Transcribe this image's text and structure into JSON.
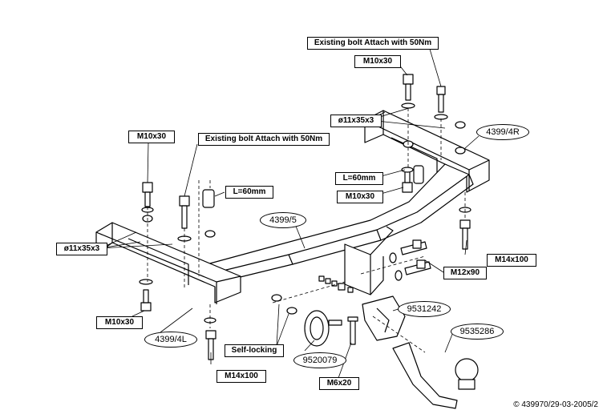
{
  "labels": {
    "existing_bolt_right": "Existing bolt Attach with 50Nm",
    "existing_bolt_left": "Existing bolt Attach with 50Nm",
    "m10x30_top_right": "M10x30",
    "m10x30_top_left": "M10x30",
    "m10x30_mid": "M10x30",
    "m10x30_bottom_left": "M10x30",
    "washer_right": "ø11x35x3",
    "washer_left": "ø11x35x3",
    "spacer_right": "L=60mm",
    "spacer_left": "L=60mm",
    "m14x100_right": "M14x100",
    "m14x100_bottom": "M14x100",
    "m12x90": "M12x90",
    "self_locking": "Self-locking",
    "m6x20": "M6x20"
  },
  "parts": {
    "right_bracket": "4399/4R",
    "left_bracket": "4399/4L",
    "crossbar": "4399/5",
    "ball_mount": "9531242",
    "towball": "9535286",
    "clamp": "9520079"
  },
  "copyright": "© 439970/29-03-2005/2",
  "colors": {
    "line": "#000000",
    "background": "#ffffff"
  }
}
